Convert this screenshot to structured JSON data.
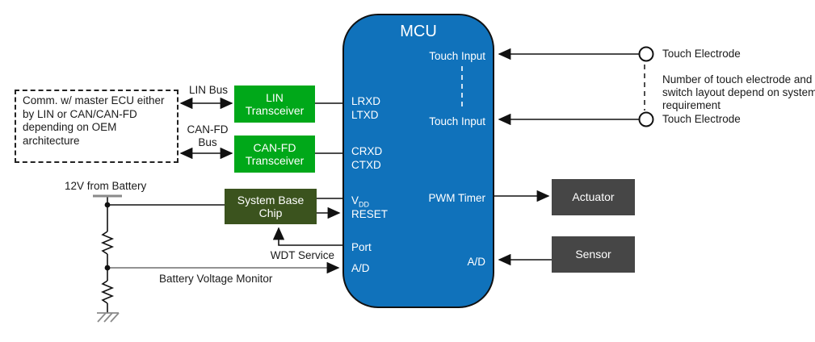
{
  "colors": {
    "mcu_blue": "#1072BB",
    "transceiver_green": "#00A819",
    "sbc_olive": "#3B531E",
    "device_gray": "#464646"
  },
  "mcu": {
    "title": "MCU",
    "pins": {
      "lrxd": "LRXD",
      "ltxd": "LTXD",
      "crxd": "CRXD",
      "ctxd": "CTXD",
      "vdd_main": "V",
      "vdd_sub": "DD",
      "reset": "RESET",
      "port": "Port",
      "ad_left": "A/D",
      "touch_input_1": "Touch Input",
      "touch_input_2": "Touch Input",
      "pwm_timer": "PWM Timer",
      "ad_right": "A/D"
    }
  },
  "blocks": {
    "lin": {
      "line1": "LIN",
      "line2": "Transceiver"
    },
    "canfd": {
      "line1": "CAN-FD",
      "line2": "Transceiver"
    },
    "sbc": {
      "line1": "System Base",
      "line2": "Chip"
    },
    "actuator": {
      "label": "Actuator"
    },
    "sensor": {
      "label": "Sensor"
    }
  },
  "bus_labels": {
    "lin_bus": "LIN Bus",
    "canfd_bus_line1": "CAN-FD",
    "canfd_bus_line2": "Bus"
  },
  "annotations": {
    "comm_note": "Comm. w/ master ECU either by LIN or CAN/CAN-FD depending on OEM architecture",
    "touch_note": "Number of touch electrode and switch layout depend on system requirement",
    "wdt_service": "WDT Service",
    "battery_12v": "12V from Battery",
    "battery_monitor": "Battery Voltage Monitor",
    "touch_electrode_1": "Touch Electrode",
    "touch_electrode_2": "Touch Electrode"
  }
}
